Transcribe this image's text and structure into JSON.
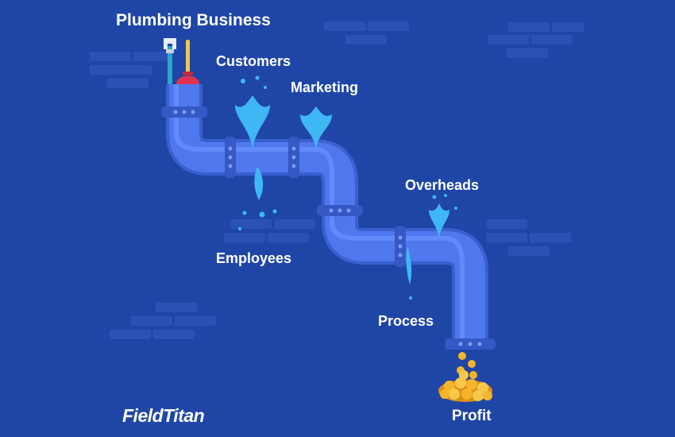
{
  "labels": {
    "title": "Plumbing Business",
    "customers": "Customers",
    "marketing": "Marketing",
    "overheads": "Overheads",
    "employees": "Employees",
    "process": "Process",
    "profit": "Profit"
  },
  "logo": "FieldTitan",
  "colors": {
    "background": "#1f46a6",
    "pipe": "#4f78ee",
    "pipe_highlight": "#6b92ff",
    "pipe_shadow": "#3a5fcf",
    "joint": "#3558c4",
    "water": "#3fb7f5",
    "coins": "#f5b52a",
    "text": "#ffffff"
  },
  "icons": [
    "wrench-icon",
    "plunger-icon",
    "gold-coins-icon"
  ]
}
